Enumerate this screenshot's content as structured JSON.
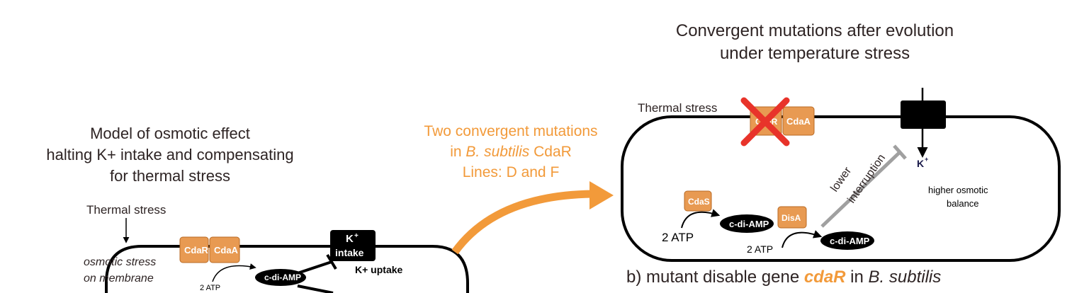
{
  "right_panel": {
    "title_line1": "Convergent mutations after evolution",
    "title_line2": "under  temperature stress",
    "thermal_stress": "Thermal stress",
    "cdar_box": "CdaR",
    "cdaa_box": "CdaA",
    "k_label": "K",
    "k_sup": "+",
    "lower_interruption_line1": "lower",
    "lower_interruption_line2": "interruption",
    "higher_osmotic_line1": "higher osmotic",
    "higher_osmotic_line2": "balance",
    "cdas_box": "CdaS",
    "disa_box": "DisA",
    "cdiamp_1": "c-di-AMP",
    "cdiamp_2": "c-di-AMP",
    "atp_1": "2  ATP",
    "atp_2": "2  ATP",
    "caption_prefix": "b)  mutant disable gene ",
    "caption_gene": "cdaR",
    "caption_mid": " in ",
    "caption_species": "B. subtilis"
  },
  "left_panel": {
    "title_line1": "Model of osmotic effect",
    "title_line2": "halting K+ intake and compensating",
    "title_line3": "for thermal stress",
    "thermal_stress": "Thermal stress",
    "osmotic_line1": "osmotic stress",
    "osmotic_line2": "on membrane",
    "cdar_box": "CdaR",
    "cdaa_box": "CdaA",
    "k_intake_line1": "K",
    "k_intake_sup": "+",
    "k_intake_line2": "intake",
    "k_uptake": "K+ uptake",
    "atp": "2  ATP",
    "cdiamp": "c-di-AMP"
  },
  "middle_note": {
    "line1": "Two convergent mutations",
    "line2_prefix": "in ",
    "line2_species": "B. subtilis",
    "line2_suffix": " CdaR",
    "line3": "Lines:  D and F"
  },
  "colors": {
    "orange_box": "#e89a52",
    "orange_text": "#f29a3a",
    "cross_red": "#e8332a",
    "inhibit_gray": "#a0a0a0"
  }
}
